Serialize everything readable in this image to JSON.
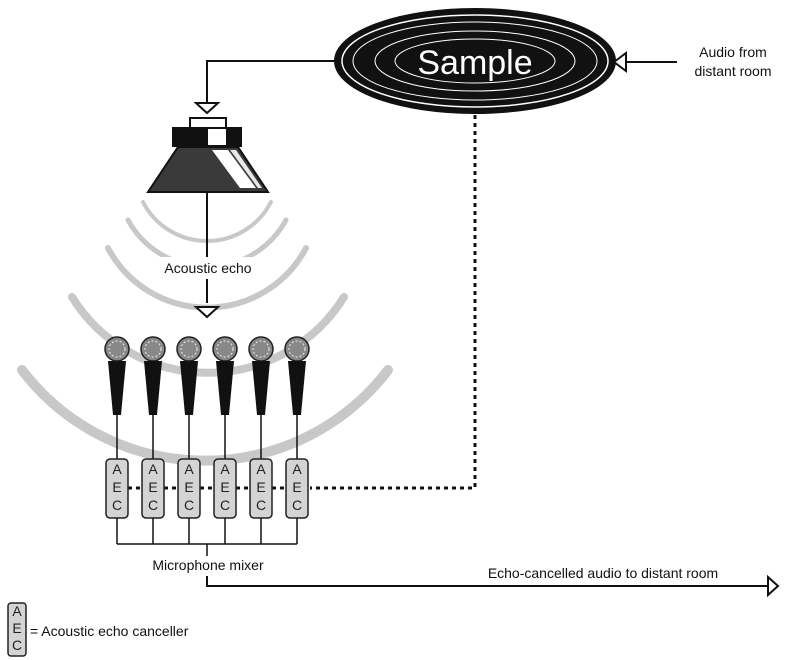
{
  "badge": {
    "text": "Sample"
  },
  "labels": {
    "audio_in_line1": "Audio from",
    "audio_in_line2": "distant room",
    "acoustic_echo": "Acoustic echo",
    "microphone_mixer": "Microphone mixer",
    "output": "Echo-cancelled audio to distant room",
    "legend": "= Acoustic echo canceller"
  },
  "aec": {
    "letters": [
      "A",
      "E",
      "C"
    ],
    "count": 6
  },
  "colors": {
    "badge_fill": "#111111",
    "waves": "#c8c8c8",
    "aec_fill": "#d4d4d4",
    "speaker_cone": "#3a3a3a",
    "lines": "#111111"
  }
}
